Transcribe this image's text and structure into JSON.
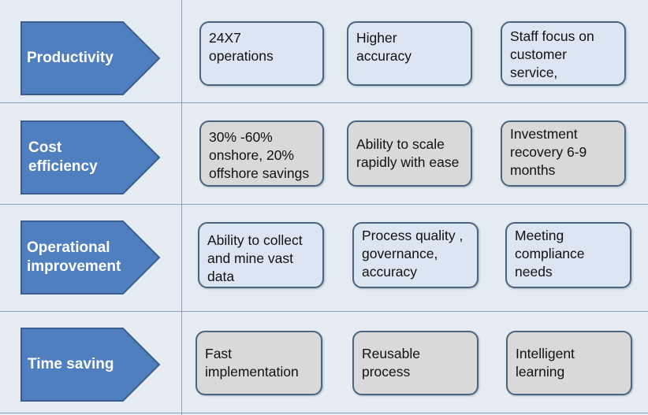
{
  "colors": {
    "arrow_fill": "#4f7fbe",
    "arrow_border": "#3a5f8f",
    "box_blue": "#dce6f2",
    "box_grey": "#d9d9d9",
    "box_border": "#4b6480"
  },
  "rows": [
    {
      "category": "Productivity",
      "items": [
        "24X7\noperations",
        "Higher\naccuracy",
        "Staff focus on\ncustomer\nservice,"
      ]
    },
    {
      "category": "Cost\nefficiency",
      "items": [
        "30% -60%\nonshore, 20%\noffshore savings",
        "Ability to scale\nrapidly with ease",
        "Investment\nrecovery  6-9\nmonths"
      ]
    },
    {
      "category": "Operational\nimprovement",
      "items": [
        "Ability to collect\nand mine vast\ndata",
        "Process quality ,\ngovernance,\naccuracy",
        "Meeting\ncompliance\nneeds"
      ]
    },
    {
      "category": "Time saving",
      "items": [
        "Fast\nimplementation",
        "Reusable\nprocess",
        "Intelligent\nlearning"
      ]
    }
  ]
}
